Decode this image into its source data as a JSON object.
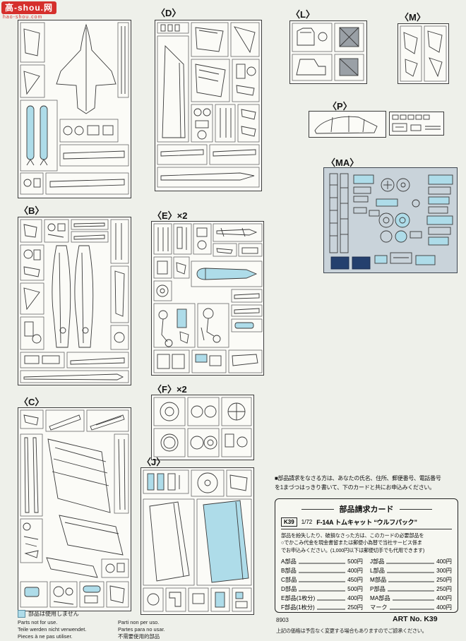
{
  "watermark": {
    "badge": "高-shou.网",
    "domain": "hao-shou.com"
  },
  "sections": {
    "b": {
      "label": "〈B〉"
    },
    "c": {
      "label": "〈C〉"
    },
    "d": {
      "label": "〈D〉"
    },
    "e": {
      "label": "〈E〉×2"
    },
    "f": {
      "label": "〈F〉×2"
    },
    "j": {
      "label": "〈J〉"
    },
    "l": {
      "label": "〈L〉"
    },
    "m": {
      "label": "〈M〉"
    },
    "p": {
      "label": "〈P〉"
    },
    "ma": {
      "label": "〈MA〉"
    }
  },
  "notice": {
    "line1": "■部品請求をなさる方は、あなたの氏名、住所、郵便番号、電話番号",
    "line2": "を1まづつはっきり書いて、下のカードと共にお申込みください。"
  },
  "card": {
    "title": "部品請求カード",
    "kit_no": "K39",
    "scale": "1/72",
    "kit_name": "F-14A トムキャット “ウルフパック”",
    "body_line1": "部品を紛失したり、破損なさった方は、このカードの必要部品を",
    "body_line2": "○でかこみ代金を現金書留または郵便小為替で当社サービス係ま",
    "body_line3": "でお申込みください。(1,000円以下は郵便切手でも代用できます)",
    "prices_left": [
      {
        "name": "A部品",
        "price": "500円"
      },
      {
        "name": "B部品",
        "price": "400円"
      },
      {
        "name": "C部品",
        "price": "450円"
      },
      {
        "name": "D部品",
        "price": "500円"
      },
      {
        "name": "E部品(1枚分)",
        "price": "400円"
      },
      {
        "name": "F部品(1枚分)",
        "price": "250円"
      }
    ],
    "prices_right": [
      {
        "name": "J部品",
        "price": "400円"
      },
      {
        "name": "L部品",
        "price": "300円"
      },
      {
        "name": "M部品",
        "price": "250円"
      },
      {
        "name": "P部品",
        "price": "250円"
      },
      {
        "name": "MA部品",
        "price": "400円"
      },
      {
        "name": "マーク",
        "price": "400円"
      }
    ]
  },
  "legend": {
    "jp": "部品は使用しません",
    "left": [
      "Parts not for use.",
      "Teile werden nicht verwendet.",
      "Pieces à ne pas utiliser."
    ],
    "right": [
      "Parti non per uso.",
      "Partes para no usar.",
      "不需要使用的部品"
    ]
  },
  "footer": {
    "code": "8903",
    "art_no": "ART No. K39",
    "note": "上記の価格は予告なく変更する場合もありますのでご諒承ください。"
  },
  "colors": {
    "highlight_blue": "#aedce9",
    "fret_background": "#c9d3da",
    "panel_navy": "#24406e",
    "watermark_red": "#d5302c",
    "paper": "#eef0ea"
  }
}
